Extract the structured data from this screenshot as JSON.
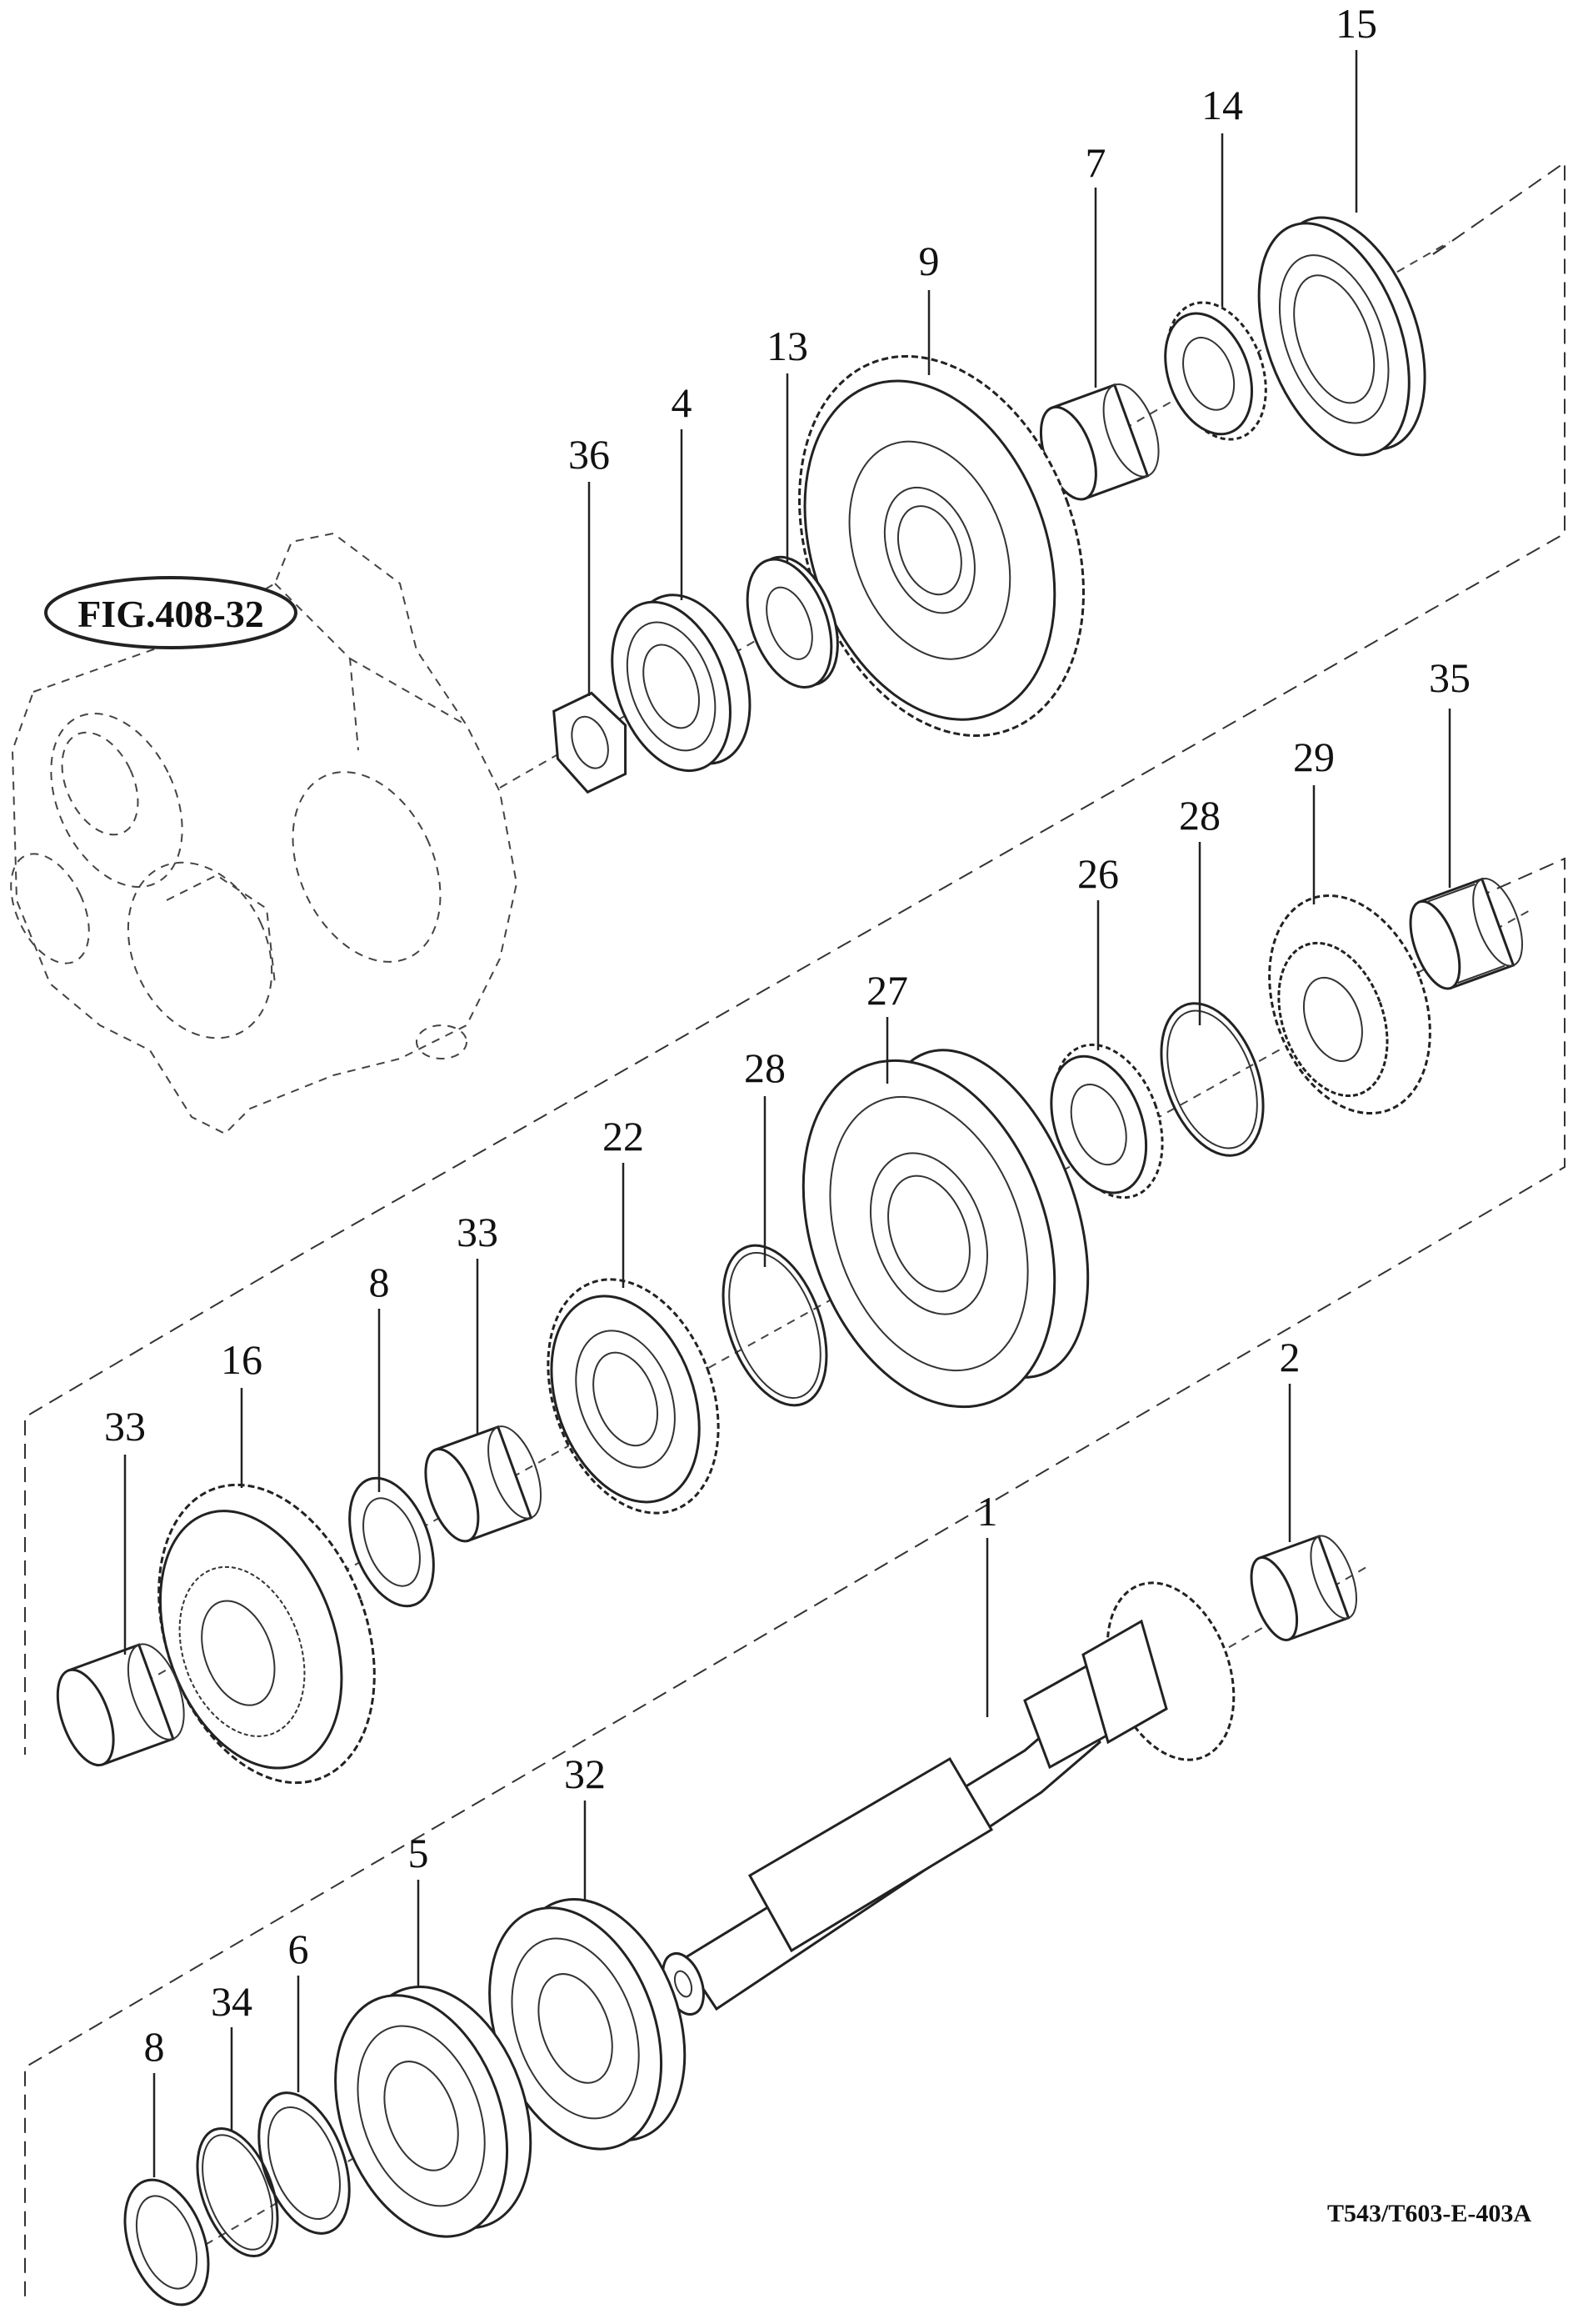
{
  "reference": {
    "label": "FIG.408-32"
  },
  "drawing_code": "T543/T603-E-403A",
  "callouts": {
    "c15": "15",
    "c14": "14",
    "c7": "7",
    "c9": "9",
    "c13": "13",
    "c4": "4",
    "c36": "36",
    "c35": "35",
    "c29": "29",
    "c28a": "28",
    "c26": "26",
    "c27": "27",
    "c28b": "28",
    "c22": "22",
    "c33a": "33",
    "c8a": "8",
    "c16": "16",
    "c33b": "33",
    "c2": "2",
    "c1": "1",
    "c32": "32",
    "c5": "5",
    "c6": "6",
    "c34": "34",
    "c8b": "8"
  }
}
